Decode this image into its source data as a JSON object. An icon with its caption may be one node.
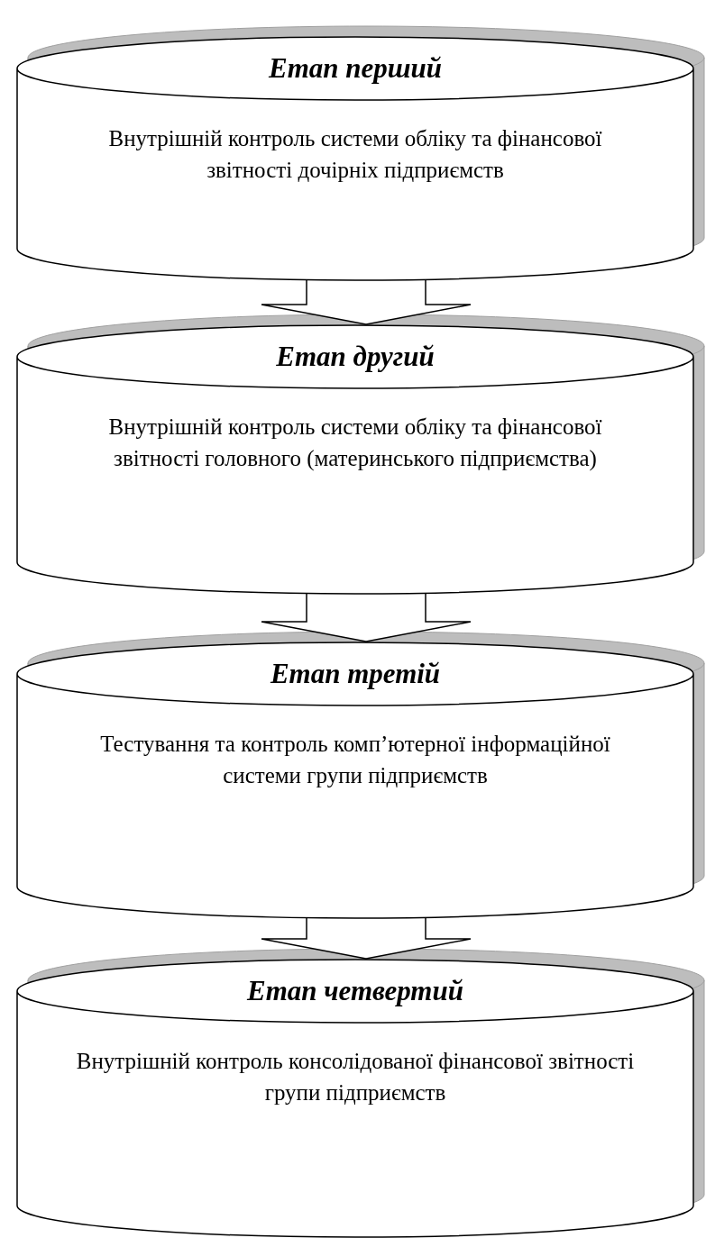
{
  "diagram": {
    "nodes": [
      {
        "text": [
          "Етап перший",
          "Внутрішній контроль системи обліку та фінансової звітності дочірніх підприємств"
        ]
      },
      {
        "text": [
          "Етап другий",
          "Внутрішній контроль системи обліку та фінансової звітності головного (материнського підприємства)"
        ]
      },
      {
        "text": [
          "Етап третій",
          "Тестування та контроль комп’ютерної інформаційної системи групи підприємств"
        ]
      },
      {
        "text": [
          "Етап четвертий",
          "Внутрішній контроль консолідованої фінансової звітності групи підприємств"
        ]
      }
    ],
    "edges": [
      {
        "from": 0,
        "to": 1,
        "arrow": "to",
        "style": "thick"
      },
      {
        "from": 1,
        "to": 2,
        "arrow": "to",
        "style": "thick"
      },
      {
        "from": 2,
        "to": 3,
        "arrow": "to",
        "style": "thick"
      }
    ]
  }
}
